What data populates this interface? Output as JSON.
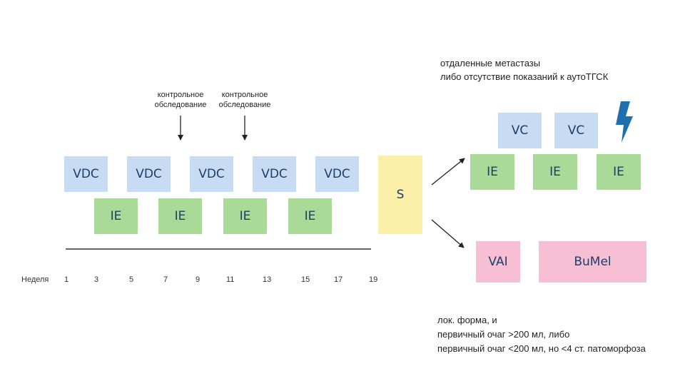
{
  "top_note": {
    "line1": "отдаленные метастазы",
    "line2": "либо отсутствие показаний к аутоТГСК"
  },
  "control_labels": [
    {
      "line1": "контрольное",
      "line2": "обследование"
    },
    {
      "line1": "контрольное",
      "line2": "обследование"
    }
  ],
  "induction": {
    "vdc_label": "VDC",
    "ie_label": "IE",
    "s_label": "S"
  },
  "upper_branch": {
    "vc_label": "VC",
    "ie_label": "IE"
  },
  "lower_branch": {
    "vai_label": "VAI",
    "bumel_label": "BuMel"
  },
  "bottom_note": {
    "line1": "лок. форма, и",
    "line2": "первичный очаг >200 мл, либо",
    "line3": "первичный очаг <200 мл, но <4  ст. патоморфоза"
  },
  "axis": {
    "label": "Неделя",
    "weeks": [
      "1",
      "3",
      "5",
      "7",
      "9",
      "11",
      "13",
      "15",
      "17",
      "19"
    ]
  },
  "colors": {
    "vdc": "#c7dbf3",
    "ie": "#a9da98",
    "s": "#fbefa9",
    "vai_bumel": "#f7bfd3",
    "lightning": "#1d6fb0",
    "box_text": "#1f3d6b"
  },
  "icons": [
    "lightning-icon",
    "arrow-down-icon",
    "arrow-diagonal-icon"
  ]
}
